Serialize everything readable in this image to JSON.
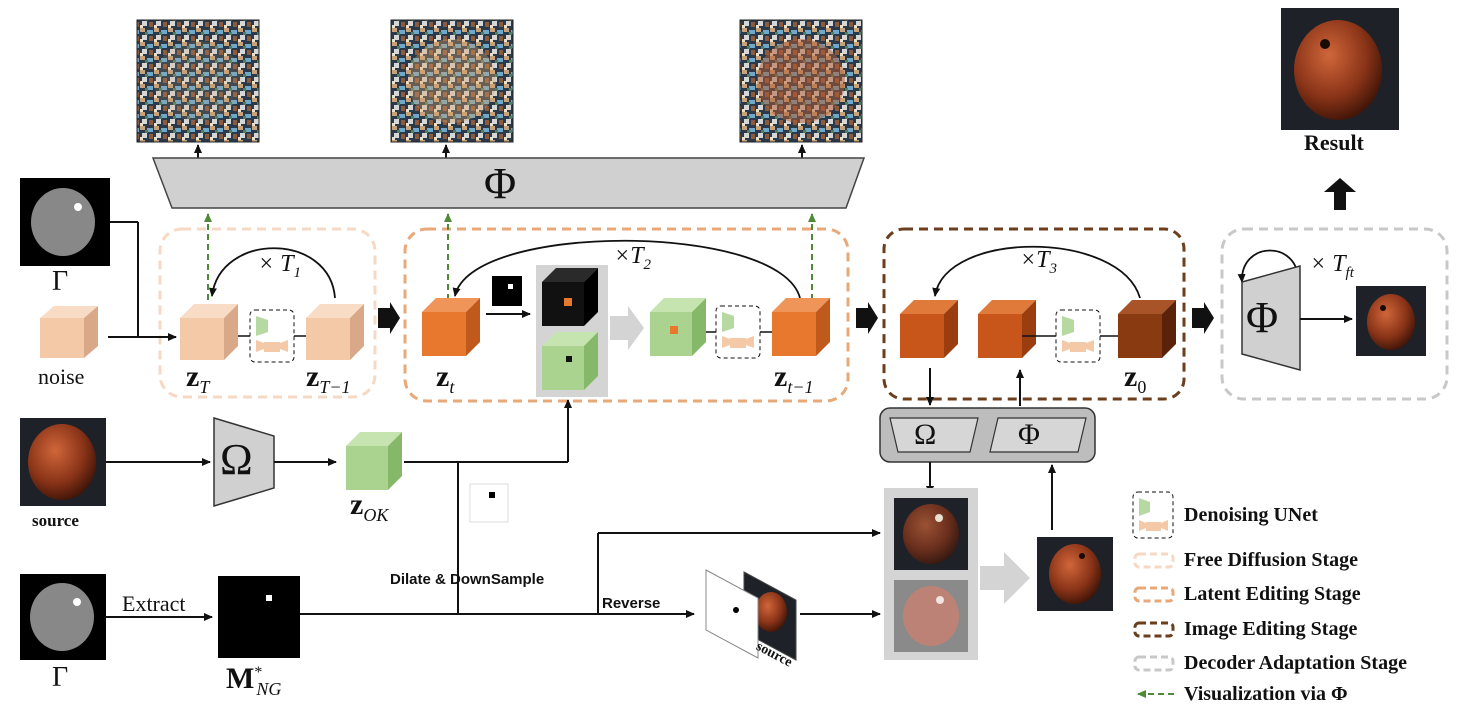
{
  "top": {
    "decoder_symbol": "Φ",
    "result_label": "Result"
  },
  "inputs": {
    "gamma_symbol": "Γ",
    "noise_label": "noise",
    "source_label": "source",
    "extract_label": "Extract",
    "mask_label_main": "M",
    "mask_label_sup": "*",
    "mask_label_sub": "NG"
  },
  "stages": {
    "free": {
      "repeat": "× T",
      "repeat_sub": "1",
      "zT": "z",
      "zT_sub": "T",
      "zT1": "z",
      "zT1_sub": "T−1"
    },
    "latent": {
      "repeat": "×T",
      "repeat_sub": "2",
      "zt": "z",
      "zt_sub": "t",
      "zt1": "z",
      "zt1_sub": "t−1"
    },
    "image": {
      "repeat": "×T",
      "repeat_sub": "3",
      "z0": "z",
      "z0_sub": "0"
    },
    "decoder": {
      "repeat": "× T",
      "repeat_sub": "ft",
      "phi": "Φ"
    }
  },
  "encoder": {
    "omega": "Ω",
    "zok": "z",
    "zok_sub": "OK"
  },
  "image_stage_box": {
    "omega": "Ω",
    "phi": "Φ"
  },
  "labels": {
    "dilate": "Dilate & DownSample",
    "reverse": "Reverse",
    "source_tag": "source"
  },
  "legend": [
    {
      "text": "Denoising UNet",
      "kind": "unet"
    },
    {
      "text": "Free Diffusion Stage",
      "color": "#f6d9c4"
    },
    {
      "text": "Latent Editing Stage",
      "color": "#e8a878"
    },
    {
      "text": "Image Editing Stage",
      "color": "#6b3e1e"
    },
    {
      "text": "Decoder Adaptation Stage",
      "color": "#c8c8c8"
    },
    {
      "text": "Visualization via Φ",
      "color": "#4e8a3a",
      "kind": "arrow"
    }
  ],
  "colors": {
    "free_cube": "#f4c9a8",
    "latent_cube": "#e8782e",
    "image_cube": "#c8561a",
    "z0_cube": "#8a3a10",
    "green_cube": "#a9d38f",
    "black_cube": "#111111"
  }
}
